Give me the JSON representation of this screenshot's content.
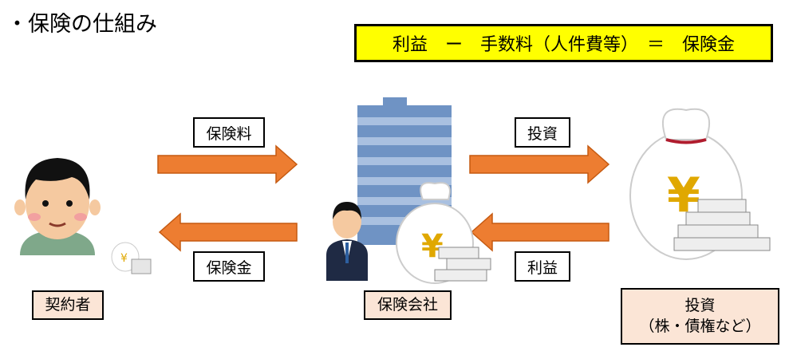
{
  "title": "・保険の仕組み",
  "formula": "利益　ー　手数料（人件費等）　＝　保険金",
  "arrows": {
    "premium": "保険料",
    "payout": "保険金",
    "investment": "投資",
    "profit": "利益"
  },
  "actors": {
    "policyholder": "契約者",
    "insurer": "保険会社",
    "investment_title": "投資",
    "investment_sub": "（株・債権など）"
  },
  "colors": {
    "arrow": "#ed7d31",
    "formula_bg": "#ffff00",
    "peach": "#fbe5d6",
    "building": "#6f93c4"
  }
}
